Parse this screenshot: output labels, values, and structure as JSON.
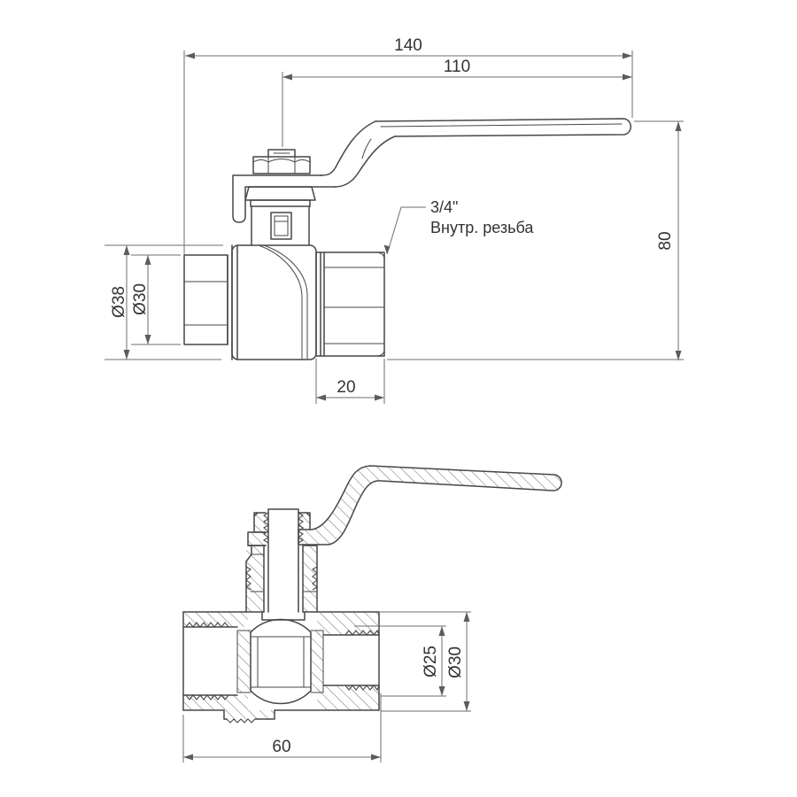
{
  "drawing": {
    "colors": {
      "background": "#ffffff",
      "object_line": "#474747",
      "dimension_line": "#6e6e6e",
      "text": "#333333"
    },
    "side_view": {
      "dim_overall_length": "140",
      "dim_handle_length": "110",
      "dim_height": "80",
      "dim_body_diameter": "Ø38",
      "dim_port_diameter": "Ø30",
      "dim_port_length": "20",
      "callout_line1": "3/4\"",
      "callout_line2": "Внутр. резьба"
    },
    "section_view": {
      "dim_body_length": "60",
      "dim_ball_diameter": "Ø25",
      "dim_bore_diameter": "Ø30"
    }
  }
}
